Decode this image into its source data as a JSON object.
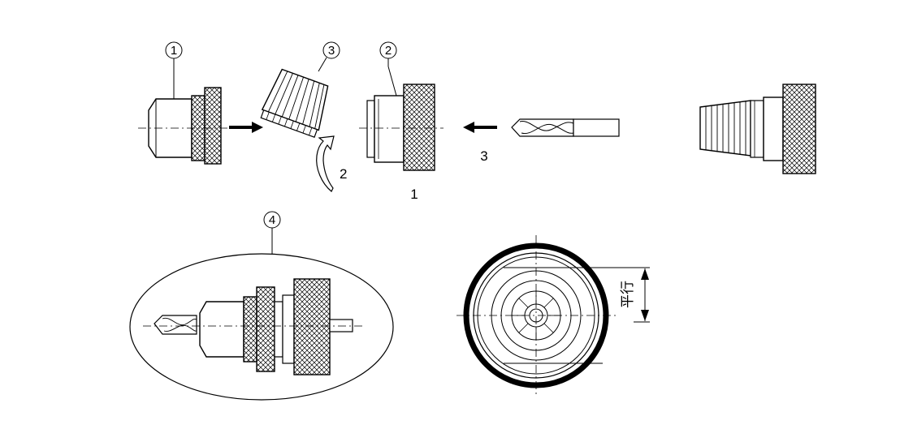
{
  "callouts": {
    "c1": "1",
    "c2": "2",
    "c3": "3",
    "c4": "4"
  },
  "steps": {
    "step1": "1",
    "step2": "2",
    "step3": "3"
  },
  "dimension": {
    "label": "平行"
  }
}
